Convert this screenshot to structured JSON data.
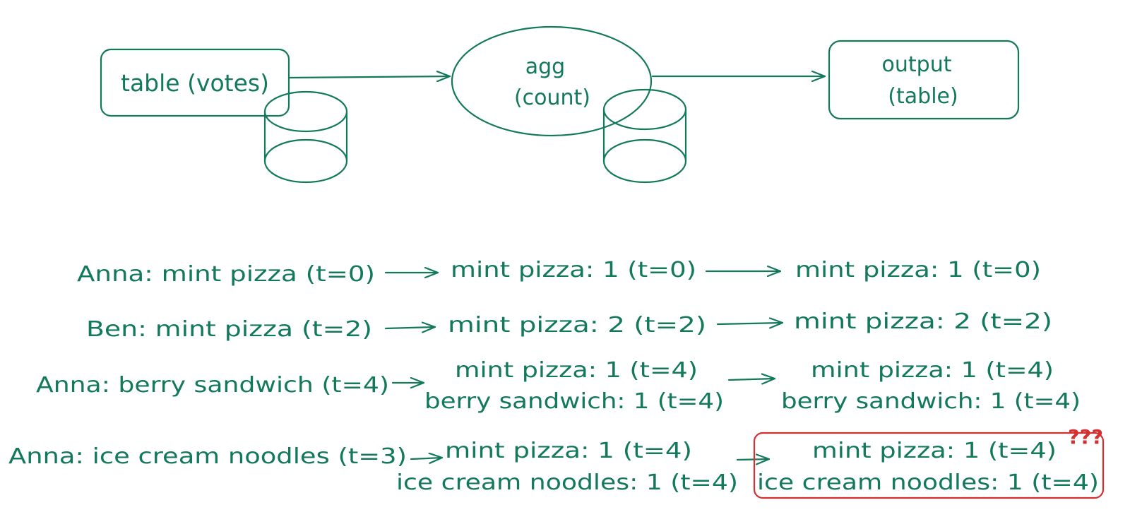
{
  "colors": {
    "ink": "#13795b",
    "highlight": "#d62f2f"
  },
  "pipeline": {
    "source": {
      "line1": "table (votes)"
    },
    "agg": {
      "line1": "agg",
      "line2": "(count)"
    },
    "output": {
      "line1": "output",
      "line2": "(table)"
    }
  },
  "rows": [
    {
      "input": "Anna: mint pizza (t=0)",
      "agg": [
        "mint pizza: 1 (t=0)"
      ],
      "output": [
        "mint pizza: 1 (t=0)"
      ]
    },
    {
      "input": "Ben: mint pizza (t=2)",
      "agg": [
        "mint pizza: 2 (t=2)"
      ],
      "output": [
        "mint pizza: 2 (t=2)"
      ]
    },
    {
      "input": "Anna: berry sandwich (t=4)",
      "agg": [
        "mint pizza: 1 (t=4)",
        "berry sandwich: 1 (t=4)"
      ],
      "output": [
        "mint pizza: 1 (t=4)",
        "berry sandwich: 1 (t=4)"
      ]
    },
    {
      "input": "Anna: ice cream noodles (t=3)",
      "agg": [
        "mint pizza: 1 (t=4)",
        "ice cream noodles: 1 (t=4)"
      ],
      "output": [
        "mint pizza: 1 (t=4)",
        "ice cream noodles: 1 (t=4)"
      ]
    }
  ],
  "annotation": {
    "text": "???"
  }
}
